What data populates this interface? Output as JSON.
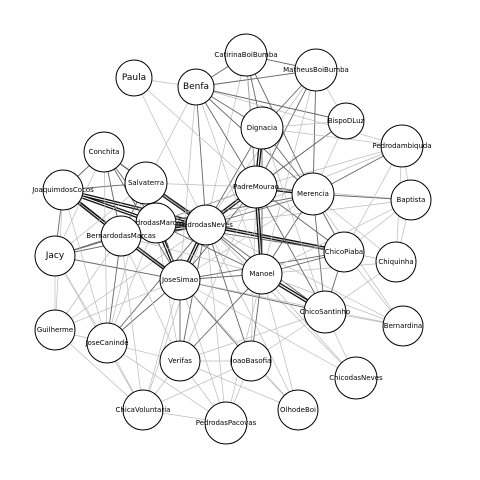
{
  "nodes": [
    {
      "id": "CatirinaBoiBumba",
      "label": "CatirinaBoiBumba"
    },
    {
      "id": "MatheusBoiBumba",
      "label": "MatheusBoiBumba"
    },
    {
      "id": "Paula",
      "label": "Paula"
    },
    {
      "id": "Benfa",
      "label": "Benfa"
    },
    {
      "id": "BispoDLuz",
      "label": "BispoDLuz"
    },
    {
      "id": "Dignacia",
      "label": "Dignacia"
    },
    {
      "id": "Pedrodambiquda",
      "label": "Pedrodambiquda"
    },
    {
      "id": "Conchita",
      "label": "Conchita"
    },
    {
      "id": "Salvaterra",
      "label": "Salvaterra"
    },
    {
      "id": "PadreMourao",
      "label": "PadreMourao"
    },
    {
      "id": "Merencia",
      "label": "Merencia"
    },
    {
      "id": "JoaquimdosCocos",
      "label": "JoaquimdosCocos"
    },
    {
      "id": "Baptista",
      "label": "Baptista"
    },
    {
      "id": "PedrodasMarcas",
      "label": "PedrodasMarcas"
    },
    {
      "id": "PedrodasNeves",
      "label": "PedrodasNeves"
    },
    {
      "id": "BernardodasMarcas",
      "label": "BernardodasMarcas"
    },
    {
      "id": "Jacy",
      "label": "Jacy"
    },
    {
      "id": "ChicoPiaba",
      "label": "ChicoPiaba"
    },
    {
      "id": "Chiquinha",
      "label": "Chiquinha"
    },
    {
      "id": "Manoel",
      "label": "Manoel"
    },
    {
      "id": "JoseSimao",
      "label": "JoseSimao"
    },
    {
      "id": "ChicoSantinho",
      "label": "ChicoSantinho"
    },
    {
      "id": "Guilherme",
      "label": "Guilherme"
    },
    {
      "id": "Bernardina",
      "label": "Bernardina"
    },
    {
      "id": "JoseCaninde",
      "label": "JoseCaninde"
    },
    {
      "id": "Verifas",
      "label": "Verifas"
    },
    {
      "id": "JoaoBasofia",
      "label": "JoaoBasofia"
    },
    {
      "id": "ChicodasNeves",
      "label": "ChicodasNeves"
    },
    {
      "id": "ChicaVoluntaria",
      "label": "ChicaVoluntaria"
    },
    {
      "id": "OlhodeBoi",
      "label": "OlhodeBoi"
    },
    {
      "id": "PedrodasPacovas",
      "label": "PedrodasPacovas"
    }
  ],
  "edges": [
    [
      "PedrodasNeves",
      "PadreMourao",
      3
    ],
    [
      "PedrodasNeves",
      "Merencia",
      2
    ],
    [
      "PedrodasNeves",
      "Dignacia",
      2
    ],
    [
      "PedrodasNeves",
      "Benfa",
      2
    ],
    [
      "PedrodasNeves",
      "CatirinaBoiBumba",
      1
    ],
    [
      "PedrodasNeves",
      "MatheusBoiBumba",
      1
    ],
    [
      "PedrodasNeves",
      "Paula",
      1
    ],
    [
      "PedrodasNeves",
      "BispoDLuz",
      1
    ],
    [
      "PedrodasNeves",
      "Pedrodambiquda",
      1
    ],
    [
      "PedrodasNeves",
      "Baptista",
      1
    ],
    [
      "PedrodasNeves",
      "ChicoPiaba",
      3
    ],
    [
      "PedrodasNeves",
      "Chiquinha",
      1
    ],
    [
      "PedrodasNeves",
      "Manoel",
      2
    ],
    [
      "PedrodasNeves",
      "ChicoSantinho",
      2
    ],
    [
      "PedrodasNeves",
      "JoseSimao",
      3
    ],
    [
      "PedrodasNeves",
      "PedrodasMarcas",
      3
    ],
    [
      "PedrodasNeves",
      "Salvaterra",
      3
    ],
    [
      "PedrodasNeves",
      "Conchita",
      2
    ],
    [
      "PedrodasNeves",
      "JoaquimdosCocos",
      3
    ],
    [
      "PedrodasNeves",
      "BernardodasMarcas",
      3
    ],
    [
      "PedrodasNeves",
      "Jacy",
      2
    ],
    [
      "PedrodasNeves",
      "JoseCaninde",
      2
    ],
    [
      "PedrodasNeves",
      "Verifas",
      2
    ],
    [
      "PedrodasNeves",
      "JoaoBasofia",
      2
    ],
    [
      "PedrodasNeves",
      "ChicodasNeves",
      1
    ],
    [
      "PedrodasNeves",
      "OlhodeBoi",
      1
    ],
    [
      "PedrodasNeves",
      "PedrodasPacovas",
      1
    ],
    [
      "PedrodasNeves",
      "ChicaVoluntaria",
      1
    ],
    [
      "PedrodasNeves",
      "Bernardina",
      1
    ],
    [
      "PedrodasNeves",
      "Guilherme",
      1
    ],
    [
      "PedrodasMarcas",
      "Salvaterra",
      3
    ],
    [
      "PedrodasMarcas",
      "BernardodasMarcas",
      3
    ],
    [
      "PedrodasMarcas",
      "JoaquimdosCocos",
      3
    ],
    [
      "PedrodasMarcas",
      "Conchita",
      2
    ],
    [
      "PedrodasMarcas",
      "JoseSimao",
      3
    ],
    [
      "PedrodasMarcas",
      "Jacy",
      2
    ],
    [
      "PedrodasMarcas",
      "PadreMourao",
      2
    ],
    [
      "PedrodasMarcas",
      "Merencia",
      2
    ],
    [
      "PedrodasMarcas",
      "ChicoPiaba",
      2
    ],
    [
      "PedrodasMarcas",
      "Manoel",
      2
    ],
    [
      "PedrodasMarcas",
      "JoseCaninde",
      1
    ],
    [
      "PedrodasMarcas",
      "Verifas",
      1
    ],
    [
      "JoseSimao",
      "BernardodasMarcas",
      3
    ],
    [
      "JoseSimao",
      "Salvaterra",
      2
    ],
    [
      "JoseSimao",
      "Conchita",
      2
    ],
    [
      "JoseSimao",
      "JoaquimdosCocos",
      2
    ],
    [
      "JoseSimao",
      "Jacy",
      2
    ],
    [
      "JoseSimao",
      "Guilherme",
      1
    ],
    [
      "JoseSimao",
      "JoseCaninde",
      2
    ],
    [
      "JoseSimao",
      "Verifas",
      2
    ],
    [
      "JoseSimao",
      "JoaoBasofia",
      2
    ],
    [
      "JoseSimao",
      "ChicaVoluntaria",
      1
    ],
    [
      "JoseSimao",
      "PedrodasPacovas",
      1
    ],
    [
      "JoseSimao",
      "OlhodeBoi",
      1
    ],
    [
      "JoseSimao",
      "Manoel",
      2
    ],
    [
      "JoseSimao",
      "ChicoSantinho",
      2
    ],
    [
      "JoseSimao",
      "PadreMourao",
      2
    ],
    [
      "JoseSimao",
      "Merencia",
      1
    ],
    [
      "JoseSimao",
      "ChicoPiaba",
      2
    ],
    [
      "JoseSimao",
      "Bernardina",
      1
    ],
    [
      "JoseSimao",
      "ChicodasNeves",
      1
    ],
    [
      "BernardodasMarcas",
      "Salvaterra",
      2
    ],
    [
      "BernardodasMarcas",
      "Conchita",
      2
    ],
    [
      "BernardodasMarcas",
      "JoaquimdosCocos",
      3
    ],
    [
      "BernardodasMarcas",
      "Jacy",
      2
    ],
    [
      "BernardodasMarcas",
      "JoseCaninde",
      2
    ],
    [
      "BernardodasMarcas",
      "Guilherme",
      1
    ],
    [
      "BernardodasMarcas",
      "Verifas",
      1
    ],
    [
      "BernardodasMarcas",
      "ChicaVoluntaria",
      1
    ],
    [
      "BernardodasMarcas",
      "PadreMourao",
      1
    ],
    [
      "BernardodasMarcas",
      "Manoel",
      1
    ],
    [
      "Salvaterra",
      "Conchita",
      2
    ],
    [
      "Salvaterra",
      "JoaquimdosCocos",
      2
    ],
    [
      "Salvaterra",
      "Jacy",
      1
    ],
    [
      "Salvaterra",
      "JoseCaninde",
      1
    ],
    [
      "Salvaterra",
      "Benfa",
      1
    ],
    [
      "Salvaterra",
      "PadreMourao",
      1
    ],
    [
      "Conchita",
      "JoaquimdosCocos",
      2
    ],
    [
      "Conchita",
      "Jacy",
      1
    ],
    [
      "Conchita",
      "JoseCaninde",
      1
    ],
    [
      "JoaquimdosCocos",
      "Jacy",
      2
    ],
    [
      "JoaquimdosCocos",
      "JoseCaninde",
      1
    ],
    [
      "JoaquimdosCocos",
      "Guilherme",
      1
    ],
    [
      "Jacy",
      "JoseCaninde",
      1
    ],
    [
      "Jacy",
      "Guilherme",
      1
    ],
    [
      "Jacy",
      "ChicaVoluntaria",
      1
    ],
    [
      "JoseCaninde",
      "Guilherme",
      1
    ],
    [
      "JoseCaninde",
      "Verifas",
      1
    ],
    [
      "JoseCaninde",
      "ChicaVoluntaria",
      1
    ],
    [
      "JoseCaninde",
      "PedrodasPacovas",
      1
    ],
    [
      "PadreMourao",
      "Merencia",
      3
    ],
    [
      "PadreMourao",
      "Dignacia",
      3
    ],
    [
      "PadreMourao",
      "Benfa",
      2
    ],
    [
      "PadreMourao",
      "CatirinaBoiBumba",
      2
    ],
    [
      "PadreMourao",
      "MatheusBoiBumba",
      2
    ],
    [
      "PadreMourao",
      "BispoDLuz",
      2
    ],
    [
      "PadreMourao",
      "Pedrodambiquda",
      1
    ],
    [
      "PadreMourao",
      "Baptista",
      1
    ],
    [
      "PadreMourao",
      "ChicoPiaba",
      2
    ],
    [
      "PadreMourao",
      "Manoel",
      3
    ],
    [
      "PadreMourao",
      "ChicoSantinho",
      2
    ],
    [
      "PadreMourao",
      "Verifas",
      1
    ],
    [
      "PadreMourao",
      "JoaoBasofia",
      1
    ],
    [
      "PadreMourao",
      "Paula",
      1
    ],
    [
      "Merencia",
      "Dignacia",
      2
    ],
    [
      "Merencia",
      "Benfa",
      2
    ],
    [
      "Merencia",
      "CatirinaBoiBumba",
      2
    ],
    [
      "Merencia",
      "MatheusBoiBumba",
      2
    ],
    [
      "Merencia",
      "BispoDLuz",
      1
    ],
    [
      "Merencia",
      "Pedrodambiquda",
      2
    ],
    [
      "Merencia",
      "Baptista",
      2
    ],
    [
      "Merencia",
      "Chiquinha",
      1
    ],
    [
      "Merencia",
      "ChicoPiaba",
      2
    ],
    [
      "Merencia",
      "Manoel",
      2
    ],
    [
      "Merencia",
      "ChicoSantinho",
      2
    ],
    [
      "Merencia",
      "Bernardina",
      1
    ],
    [
      "Dignacia",
      "Benfa",
      2
    ],
    [
      "Dignacia",
      "CatirinaBoiBumba",
      2
    ],
    [
      "Dignacia",
      "MatheusBoiBumba",
      2
    ],
    [
      "Dignacia",
      "BispoDLuz",
      1
    ],
    [
      "Dignacia",
      "Manoel",
      2
    ],
    [
      "Dignacia",
      "ChicoSantinho",
      1
    ],
    [
      "Dignacia",
      "Pedrodambiquda",
      1
    ],
    [
      "Benfa",
      "Paula",
      1
    ],
    [
      "Benfa",
      "CatirinaBoiBumba",
      2
    ],
    [
      "Benfa",
      "MatheusBoiBumba",
      2
    ],
    [
      "Benfa",
      "BispoDLuz",
      2
    ],
    [
      "Benfa",
      "Pedrodambiquda",
      1
    ],
    [
      "Benfa",
      "Manoel",
      1
    ],
    [
      "Benfa",
      "JoseSimao",
      1
    ],
    [
      "CatirinaBoiBumba",
      "MatheusBoiBumba",
      2
    ],
    [
      "CatirinaBoiBumba",
      "Manoel",
      1
    ],
    [
      "MatheusBoiBumba",
      "Manoel",
      1
    ],
    [
      "MatheusBoiBumba",
      "BispoDLuz",
      1
    ],
    [
      "Pedrodambiquda",
      "Baptista",
      1
    ],
    [
      "Pedrodambiquda",
      "ChicoPiaba",
      1
    ],
    [
      "Pedrodambiquda",
      "Chiquinha",
      1
    ],
    [
      "Baptista",
      "ChicoPiaba",
      1
    ],
    [
      "Baptista",
      "Chiquinha",
      1
    ],
    [
      "Baptista",
      "Manoel",
      1
    ],
    [
      "ChicoPiaba",
      "Manoel",
      2
    ],
    [
      "ChicoPiaba",
      "ChicoSantinho",
      2
    ],
    [
      "ChicoPiaba",
      "Chiquinha",
      1
    ],
    [
      "ChicoPiaba",
      "Bernardina",
      1
    ],
    [
      "Chiquinha",
      "ChicoSantinho",
      1
    ],
    [
      "Chiquinha",
      "Manoel",
      1
    ],
    [
      "Manoel",
      "ChicoSantinho",
      3
    ],
    [
      "Manoel",
      "Bernardina",
      1
    ],
    [
      "Manoel",
      "ChicodasNeves",
      1
    ],
    [
      "Manoel",
      "JoaoBasofia",
      2
    ],
    [
      "Manoel",
      "Verifas",
      2
    ],
    [
      "Manoel",
      "OlhodeBoi",
      1
    ],
    [
      "Manoel",
      "PedrodasPacovas",
      1
    ],
    [
      "ChicoSantinho",
      "Bernardina",
      1
    ],
    [
      "ChicoSantinho",
      "ChicodasNeves",
      1
    ],
    [
      "ChicoSantinho",
      "JoaoBasofia",
      1
    ],
    [
      "ChicoSantinho",
      "Verifas",
      1
    ],
    [
      "Verifas",
      "JoaoBasofia",
      1
    ],
    [
      "Verifas",
      "ChicaVoluntaria",
      1
    ],
    [
      "Verifas",
      "PedrodasPacovas",
      1
    ],
    [
      "Verifas",
      "OlhodeBoi",
      1
    ],
    [
      "JoaoBasofia",
      "PedrodasPacovas",
      1
    ],
    [
      "JoaoBasofia",
      "OlhodeBoi",
      1
    ],
    [
      "JoaoBasofia",
      "ChicaVoluntaria",
      1
    ],
    [
      "ChicaVoluntaria",
      "PedrodasPacovas",
      1
    ],
    [
      "Guilherme",
      "ChicaVoluntaria",
      1
    ]
  ],
  "colors": {
    "background": "#ffffff",
    "node_fill": "#ffffff",
    "node_stroke": "#000000",
    "edge_strong": "#111111",
    "edge_medium": "#666666",
    "edge_weak": "#bbbbbb"
  }
}
